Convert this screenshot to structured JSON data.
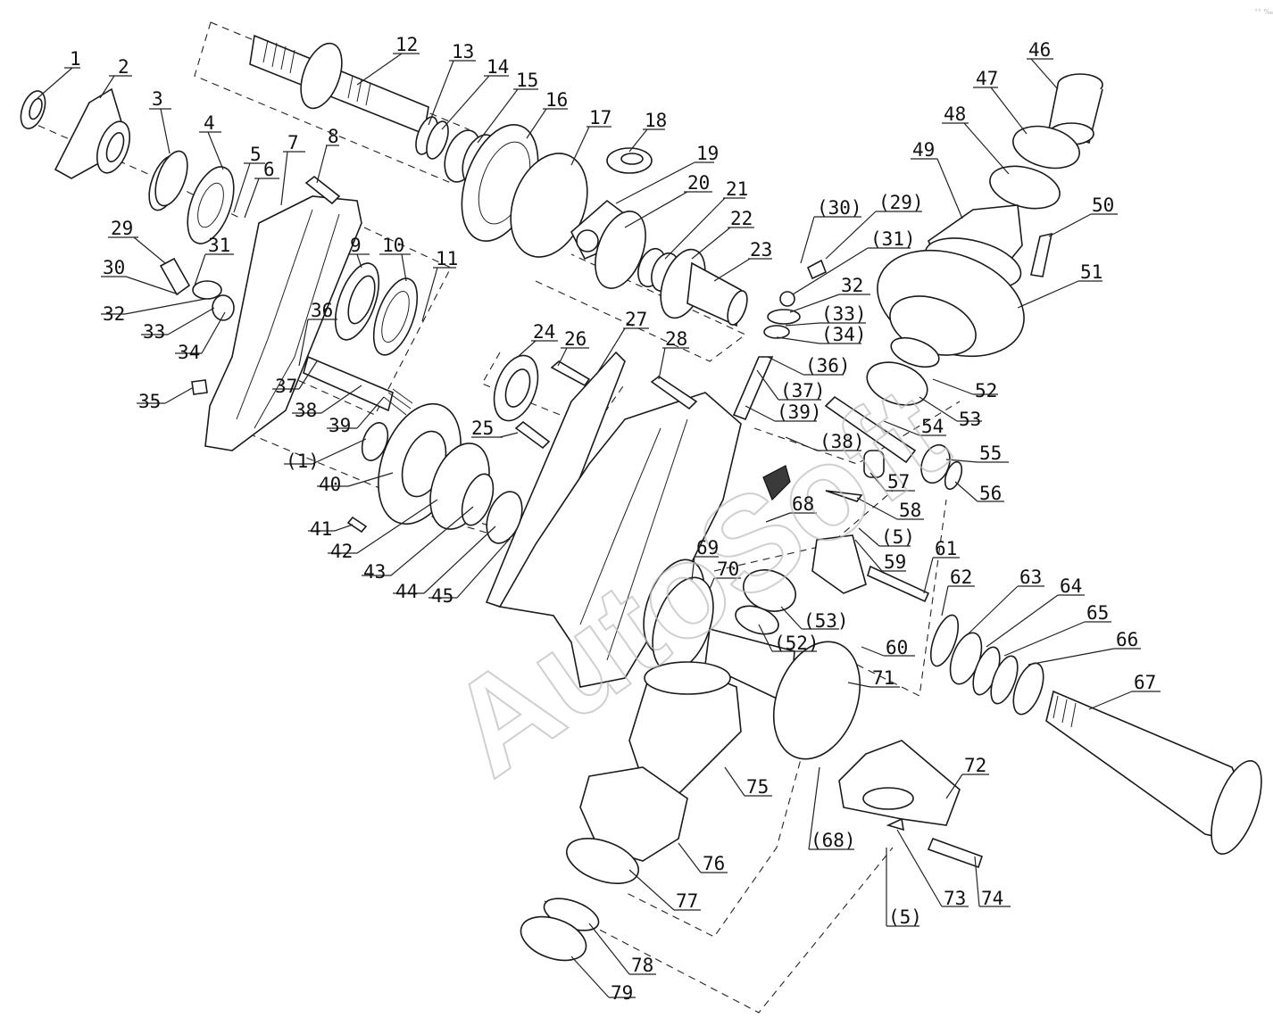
{
  "watermark": "AutoSoft",
  "corner_mark": "°° ‰",
  "callouts": [
    {
      "id": "c1",
      "text": "1"
    },
    {
      "id": "c2",
      "text": "2"
    },
    {
      "id": "c3",
      "text": "3"
    },
    {
      "id": "c4",
      "text": "4"
    },
    {
      "id": "c5",
      "text": "5"
    },
    {
      "id": "c6",
      "text": "6"
    },
    {
      "id": "c7",
      "text": "7"
    },
    {
      "id": "c8",
      "text": "8"
    },
    {
      "id": "c9",
      "text": "9"
    },
    {
      "id": "c10",
      "text": "10"
    },
    {
      "id": "c11",
      "text": "11"
    },
    {
      "id": "c12",
      "text": "12"
    },
    {
      "id": "c13",
      "text": "13"
    },
    {
      "id": "c14",
      "text": "14"
    },
    {
      "id": "c15",
      "text": "15"
    },
    {
      "id": "c16",
      "text": "16"
    },
    {
      "id": "c17",
      "text": "17"
    },
    {
      "id": "c18",
      "text": "18"
    },
    {
      "id": "c19",
      "text": "19"
    },
    {
      "id": "c20",
      "text": "20"
    },
    {
      "id": "c21",
      "text": "21"
    },
    {
      "id": "c22",
      "text": "22"
    },
    {
      "id": "c23",
      "text": "23"
    },
    {
      "id": "c24",
      "text": "24"
    },
    {
      "id": "c25",
      "text": "25"
    },
    {
      "id": "c26",
      "text": "26"
    },
    {
      "id": "c27",
      "text": "27"
    },
    {
      "id": "c28",
      "text": "28"
    },
    {
      "id": "c29",
      "text": "29"
    },
    {
      "id": "c30",
      "text": "30"
    },
    {
      "id": "c31",
      "text": "31"
    },
    {
      "id": "c32",
      "text": "32"
    },
    {
      "id": "c33",
      "text": "33"
    },
    {
      "id": "c34",
      "text": "34"
    },
    {
      "id": "c35",
      "text": "35"
    },
    {
      "id": "c36",
      "text": "36"
    },
    {
      "id": "c37",
      "text": "37"
    },
    {
      "id": "c38",
      "text": "38"
    },
    {
      "id": "c39",
      "text": "39"
    },
    {
      "id": "c1b",
      "text": "(1)"
    },
    {
      "id": "c40",
      "text": "40"
    },
    {
      "id": "c41",
      "text": "41"
    },
    {
      "id": "c42",
      "text": "42"
    },
    {
      "id": "c43",
      "text": "43"
    },
    {
      "id": "c44",
      "text": "44"
    },
    {
      "id": "c45",
      "text": "45"
    },
    {
      "id": "c46",
      "text": "46"
    },
    {
      "id": "c47",
      "text": "47"
    },
    {
      "id": "c48",
      "text": "48"
    },
    {
      "id": "c49",
      "text": "49"
    },
    {
      "id": "c50",
      "text": "50"
    },
    {
      "id": "c51",
      "text": "51"
    },
    {
      "id": "c30b",
      "text": "(30)"
    },
    {
      "id": "c29b",
      "text": "(29)"
    },
    {
      "id": "c31b",
      "text": "(31)"
    },
    {
      "id": "c32b",
      "text": "32"
    },
    {
      "id": "c33b",
      "text": "(33)"
    },
    {
      "id": "c34b",
      "text": "(34)"
    },
    {
      "id": "c36b",
      "text": "(36)"
    },
    {
      "id": "c37b",
      "text": "(37)"
    },
    {
      "id": "c39b",
      "text": "(39)"
    },
    {
      "id": "c38b",
      "text": "(38)"
    },
    {
      "id": "c52",
      "text": "52"
    },
    {
      "id": "c53",
      "text": "53"
    },
    {
      "id": "c54",
      "text": "54"
    },
    {
      "id": "c55",
      "text": "55"
    },
    {
      "id": "c56",
      "text": "56"
    },
    {
      "id": "c57",
      "text": "57"
    },
    {
      "id": "c58",
      "text": "58"
    },
    {
      "id": "c68",
      "text": "68"
    },
    {
      "id": "c5b",
      "text": "(5)"
    },
    {
      "id": "c59",
      "text": "59"
    },
    {
      "id": "c61",
      "text": "61"
    },
    {
      "id": "c69",
      "text": "69"
    },
    {
      "id": "c70",
      "text": "70"
    },
    {
      "id": "c53b",
      "text": "(53)"
    },
    {
      "id": "c52b",
      "text": "(52)"
    },
    {
      "id": "c60",
      "text": "60"
    },
    {
      "id": "c62",
      "text": "62"
    },
    {
      "id": "c63",
      "text": "63"
    },
    {
      "id": "c64",
      "text": "64"
    },
    {
      "id": "c65",
      "text": "65"
    },
    {
      "id": "c66",
      "text": "66"
    },
    {
      "id": "c67",
      "text": "67"
    },
    {
      "id": "c71",
      "text": "71"
    },
    {
      "id": "c75",
      "text": "75"
    },
    {
      "id": "c72",
      "text": "72"
    },
    {
      "id": "c68b",
      "text": "(68)"
    },
    {
      "id": "c76",
      "text": "76"
    },
    {
      "id": "c5c",
      "text": "(5)"
    },
    {
      "id": "c73",
      "text": "73"
    },
    {
      "id": "c74",
      "text": "74"
    },
    {
      "id": "c77",
      "text": "77"
    },
    {
      "id": "c78",
      "text": "78"
    },
    {
      "id": "c79",
      "text": "79"
    }
  ]
}
